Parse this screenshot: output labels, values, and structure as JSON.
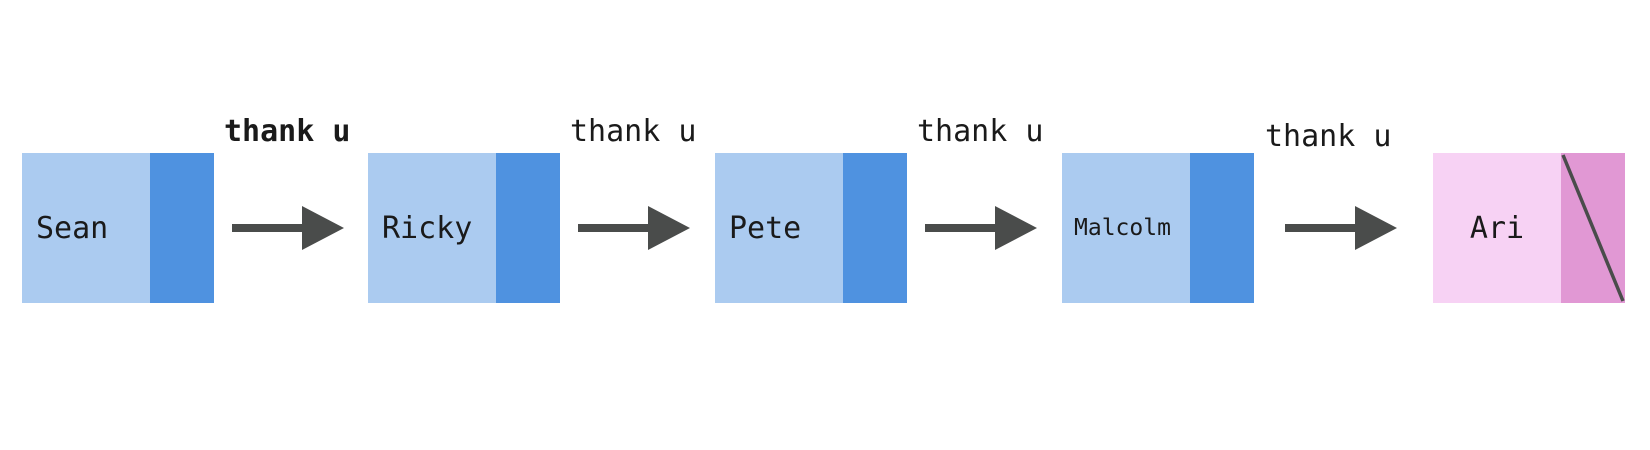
{
  "nodes": [
    {
      "name": "Sean",
      "style": "blue"
    },
    {
      "name": "Ricky",
      "style": "blue"
    },
    {
      "name": "Pete",
      "style": "blue"
    },
    {
      "name": "Malcolm",
      "style": "blue"
    },
    {
      "name": "Ari",
      "style": "pink"
    }
  ],
  "edges": [
    {
      "label": "thank u"
    },
    {
      "label": "thank u"
    },
    {
      "label": "thank u"
    },
    {
      "label": "thank u"
    }
  ],
  "colors": {
    "node_data_blue": "#abcbf0",
    "node_next_blue": "#4f92e0",
    "node_data_pink": "#f7d2f4",
    "node_next_pink": "#e198d4",
    "arrow": "#4a4c4b",
    "text": "#1a1a1a"
  },
  "icons": {
    "arrow": "arrow-right-icon",
    "null_pointer": "null-slash-icon"
  }
}
